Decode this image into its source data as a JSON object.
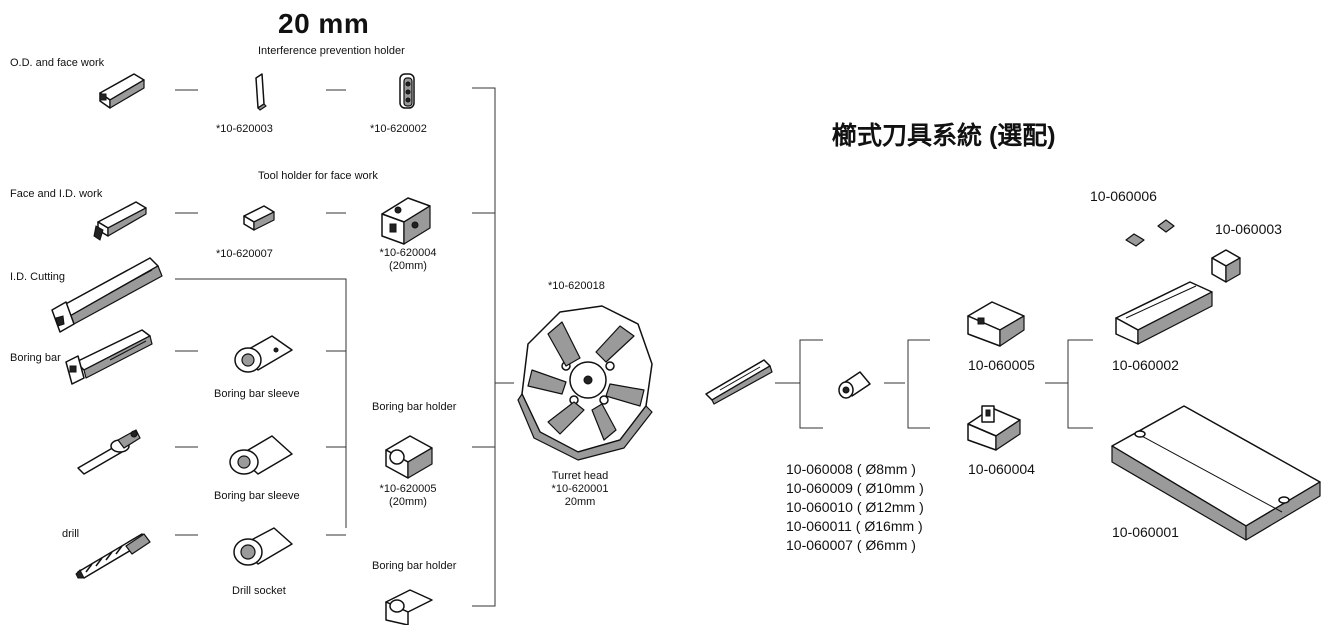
{
  "title": "20 mm",
  "cn_title": "櫛式刀具系統 (選配)",
  "left": {
    "od_face": "O.D. and face work",
    "face_id": "Face and I.D. work",
    "id_cutting": "I.D. Cutting",
    "boring_bar": "Boring bar",
    "drill": "drill"
  },
  "middle": {
    "interference_holder": "Interference prevention holder",
    "p620003": "*10-620003",
    "p620002": "*10-620002",
    "face_holder": "Tool holder for face work",
    "p620007": "*10-620007",
    "p620004": "*10-620004",
    "p620004_size": "(20mm)",
    "sleeve1": "Boring bar sleeve",
    "sleeve2": "Boring bar sleeve",
    "drill_socket": "Drill socket",
    "bb_holder1": "Boring bar holder",
    "p620005": "*10-620005",
    "p620005_size": "(20mm)",
    "bb_holder2": "Boring bar holder"
  },
  "turret": {
    "top_part": "*10-620018",
    "name": "Turret head",
    "part": "*10-620001",
    "size": "20mm"
  },
  "gang": {
    "p060005": "10-060005",
    "p060004": "10-060004",
    "p060006": "10-060006",
    "p060003": "10-060003",
    "p060002": "10-060002",
    "p060001": "10-060001",
    "collets": [
      "10-060008 ( Ø8mm )",
      "10-060009 ( Ø10mm )",
      "10-060010 ( Ø12mm )",
      "10-060011 ( Ø16mm )",
      "10-060007 ( Ø6mm )"
    ]
  }
}
